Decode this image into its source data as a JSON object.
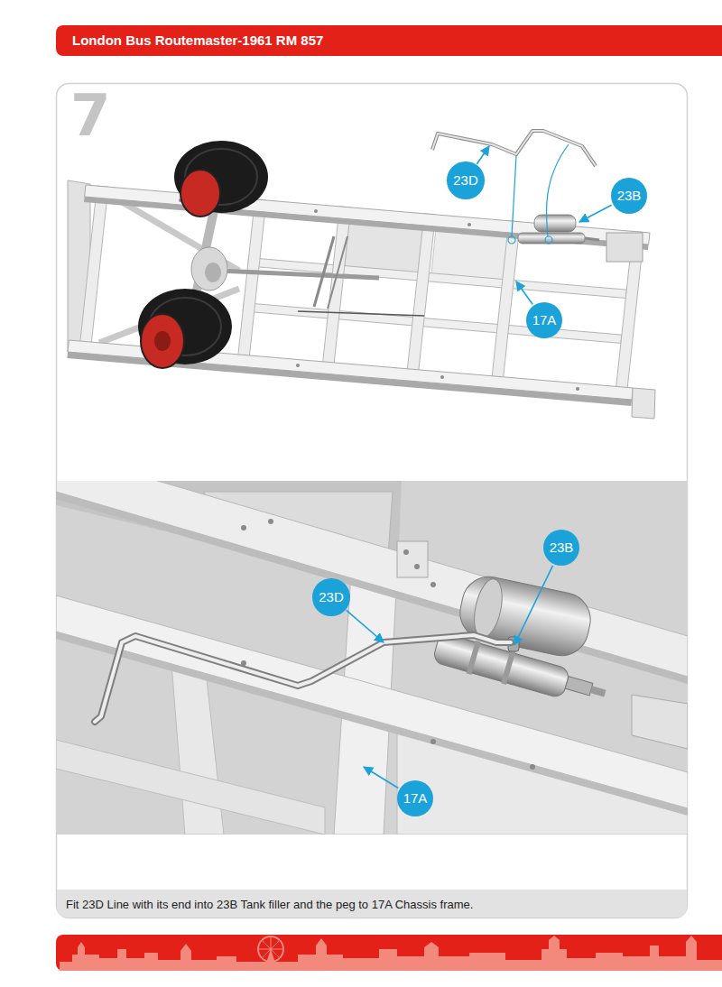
{
  "diagram": {
    "title": "London Bus Routemaster-1961 RM 857",
    "caption": "Fit 23D Line with its end into 23B Tank filler and the peg to 17A Chassis frame.",
    "nodes": [
      {
        "text": [
          "23D"
        ]
      },
      {
        "text": [
          "23B"
        ]
      },
      {
        "text": [
          "17A"
        ]
      },
      {
        "text": [
          "23B"
        ]
      },
      {
        "text": [
          "23D"
        ]
      },
      {
        "text": [
          "17A"
        ]
      }
    ],
    "labels": [
      "7"
    ]
  }
}
